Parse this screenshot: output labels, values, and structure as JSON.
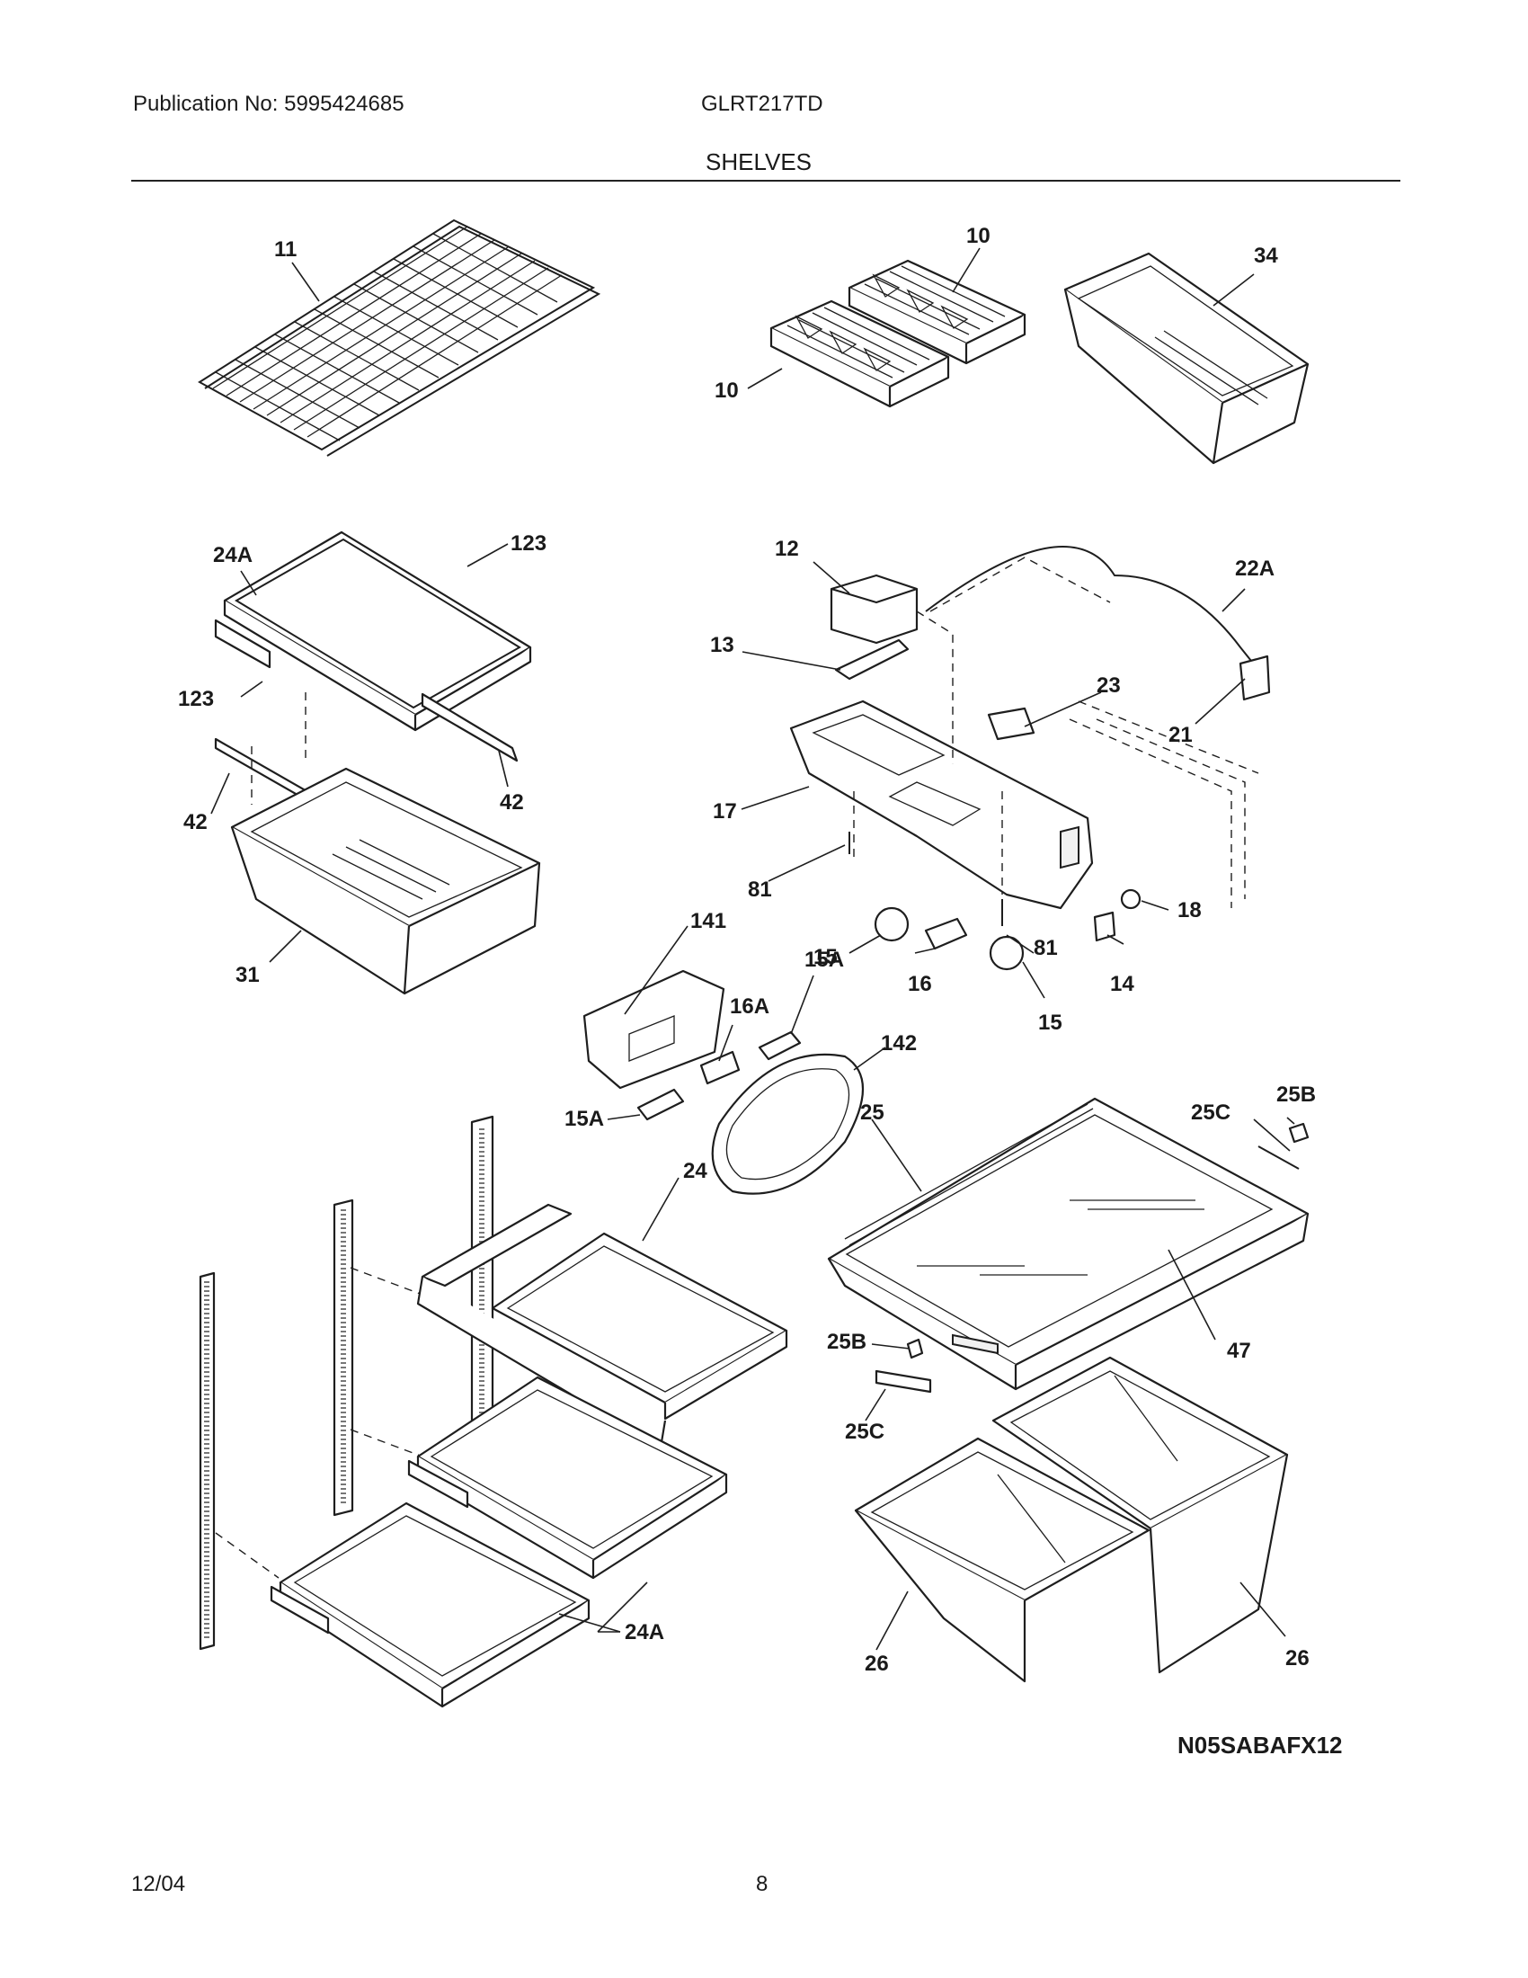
{
  "header": {
    "publication": "Publication No: 5995424685",
    "model": "GLRT217TD",
    "section": "SHELVES"
  },
  "callouts": {
    "c11": "11",
    "c10a": "10",
    "c10b": "10",
    "c34": "34",
    "c24A_top": "24A",
    "c123a": "123",
    "c123b": "123",
    "c42a": "42",
    "c42b": "42",
    "c31": "31",
    "c12": "12",
    "c22A": "22A",
    "c13": "13",
    "c23": "23",
    "c21": "21",
    "c17": "17",
    "c81a": "81",
    "c81b": "81",
    "c18": "18",
    "c141": "141",
    "c15a": "15",
    "c15b": "15",
    "c16": "16",
    "c14": "14",
    "c16A": "16A",
    "c15Aa": "15A",
    "c15Ab": "15A",
    "c142": "142",
    "c24": "24",
    "c25": "25",
    "c25Ca": "25C",
    "c25Ba": "25B",
    "c25Bb": "25B",
    "c25Cb": "25C",
    "c47": "47",
    "c24A_bot": "24A",
    "c26a": "26",
    "c26b": "26"
  },
  "footer": {
    "diagram_code": "N05SABAFX12",
    "date": "12/04",
    "page": "8"
  }
}
